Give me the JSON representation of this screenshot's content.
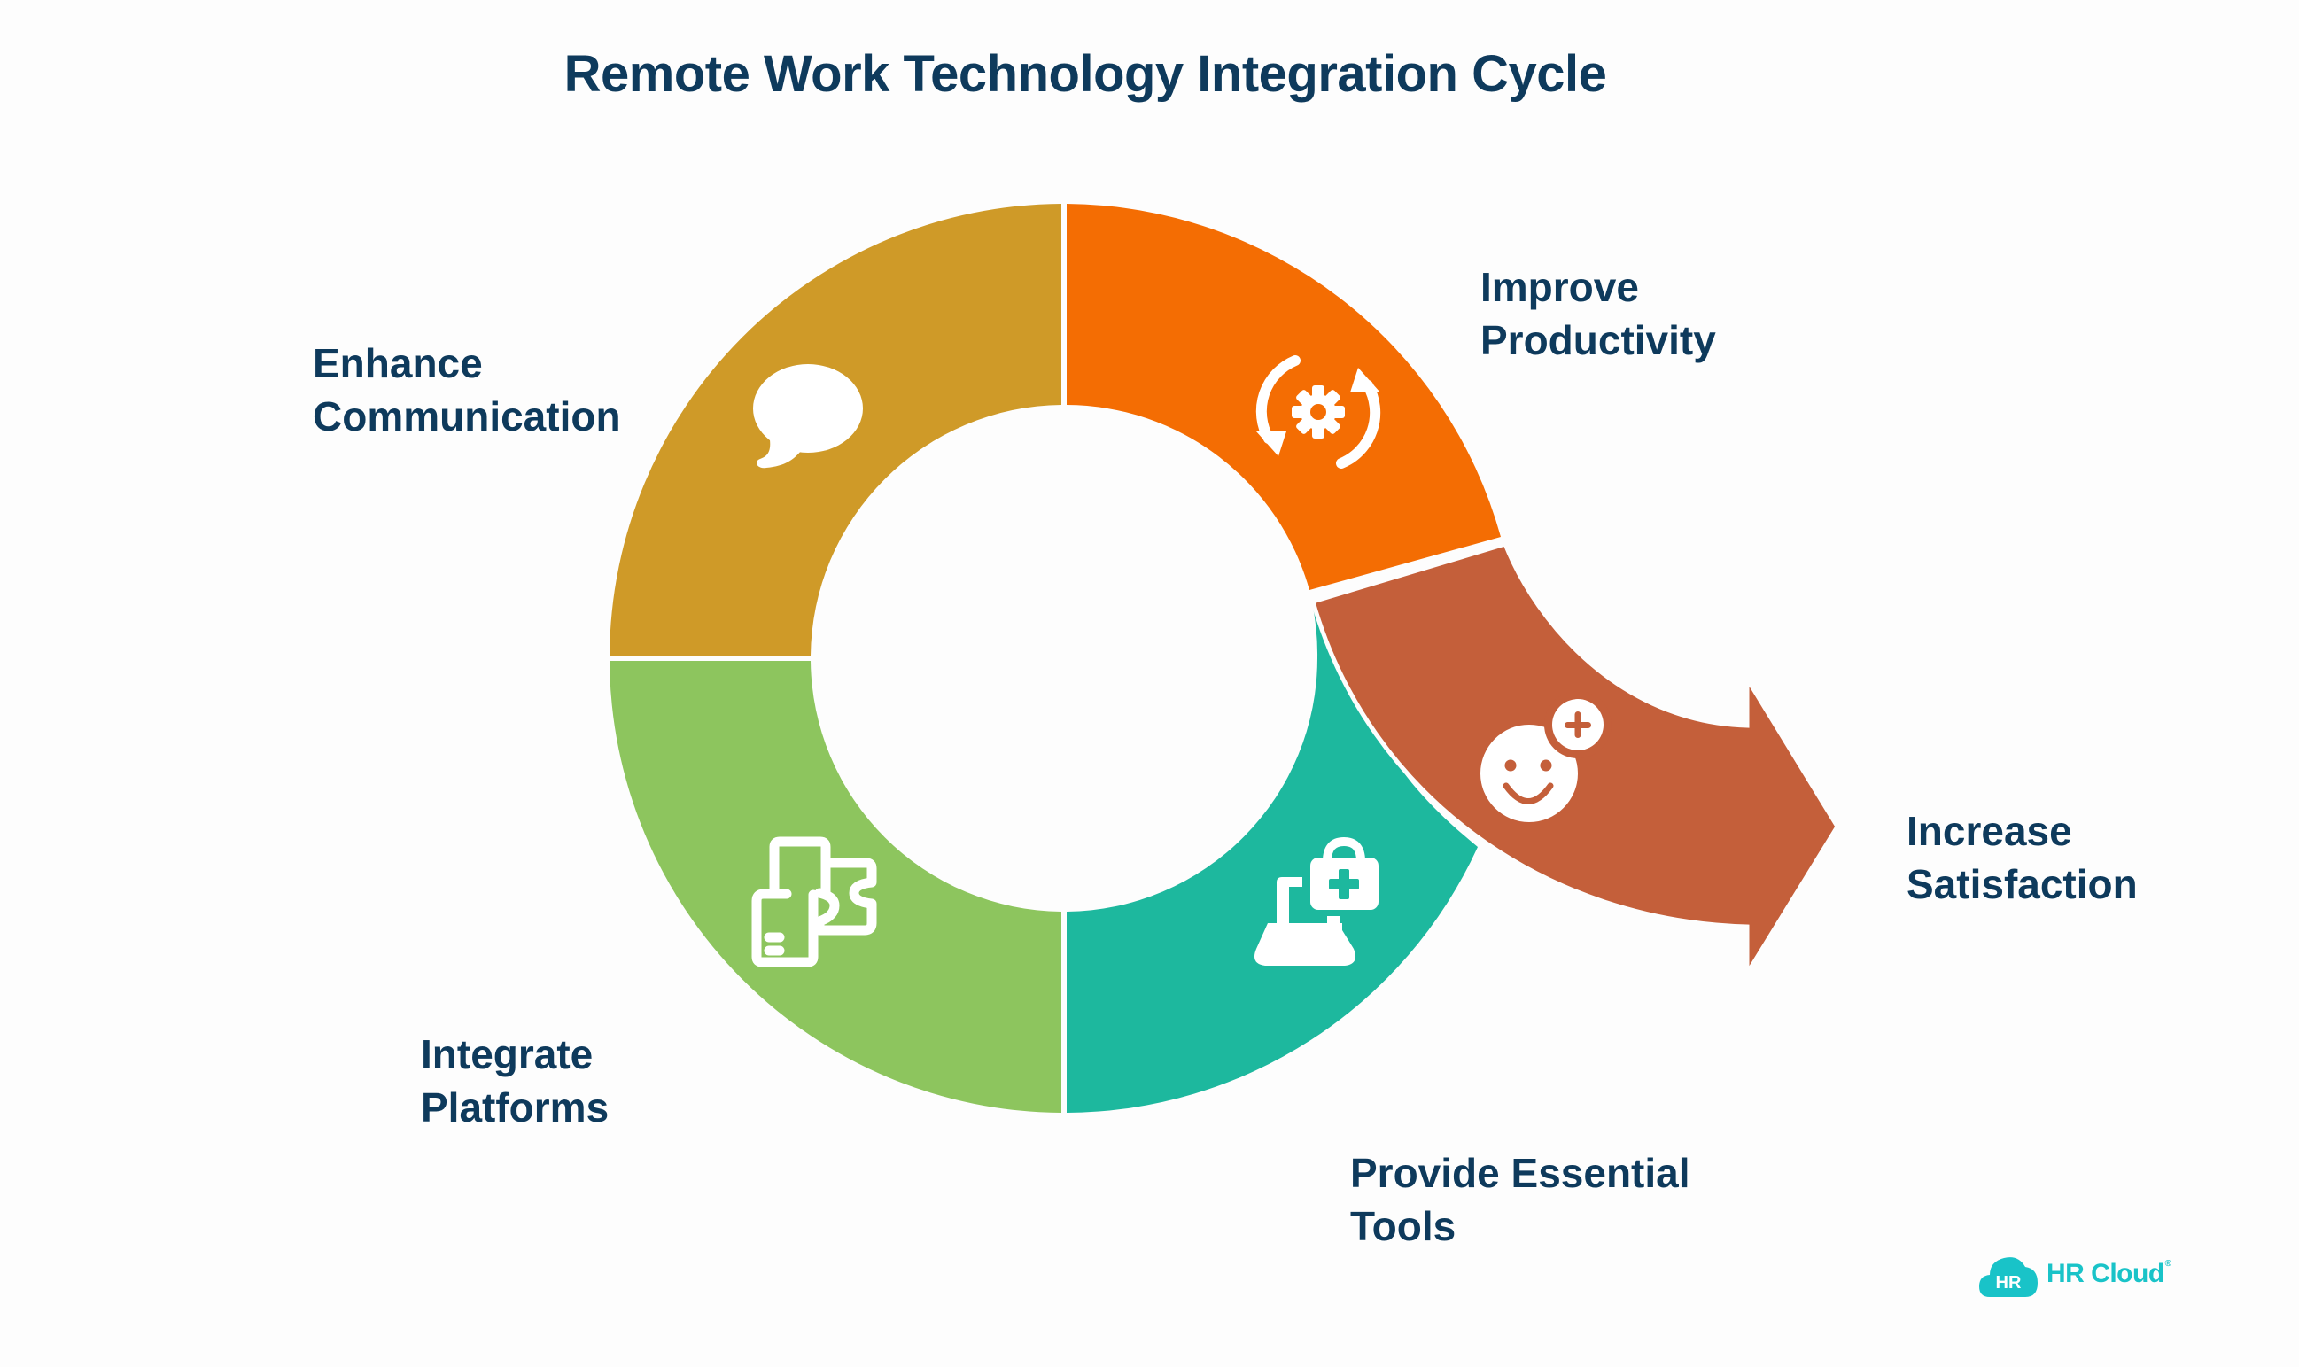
{
  "title": "Remote Work Technology Integration Cycle",
  "colors": {
    "text": "#0E3A5C",
    "enhance_communication": "#CF9A28",
    "improve_productivity": "#F46D03",
    "increase_satisfaction": "#C45F3A",
    "provide_essential_tools": "#1DB89E",
    "integrate_platforms": "#8DC55E",
    "logo": "#19C3C8"
  },
  "stages": [
    {
      "id": "enhance-communication",
      "line1": "Enhance",
      "line2": "Communication",
      "icon": "speech-bubble-icon",
      "color": "#CF9A28"
    },
    {
      "id": "improve-productivity",
      "line1": "Improve",
      "line2": "Productivity",
      "icon": "gear-refresh-icon",
      "color": "#F46D03"
    },
    {
      "id": "increase-satisfaction",
      "line1": "Increase",
      "line2": "Satisfaction",
      "icon": "smiley-plus-icon",
      "color": "#C45F3A"
    },
    {
      "id": "provide-essential-tools",
      "line1": "Provide Essential",
      "line2": "Tools",
      "icon": "laptop-medkit-icon",
      "color": "#1DB89E"
    },
    {
      "id": "integrate-platforms",
      "line1": "Integrate",
      "line2": "Platforms",
      "icon": "puzzle-devices-icon",
      "color": "#8DC55E"
    }
  ],
  "logo": {
    "badge": "HR",
    "text": "HR Cloud",
    "mark": "®"
  }
}
